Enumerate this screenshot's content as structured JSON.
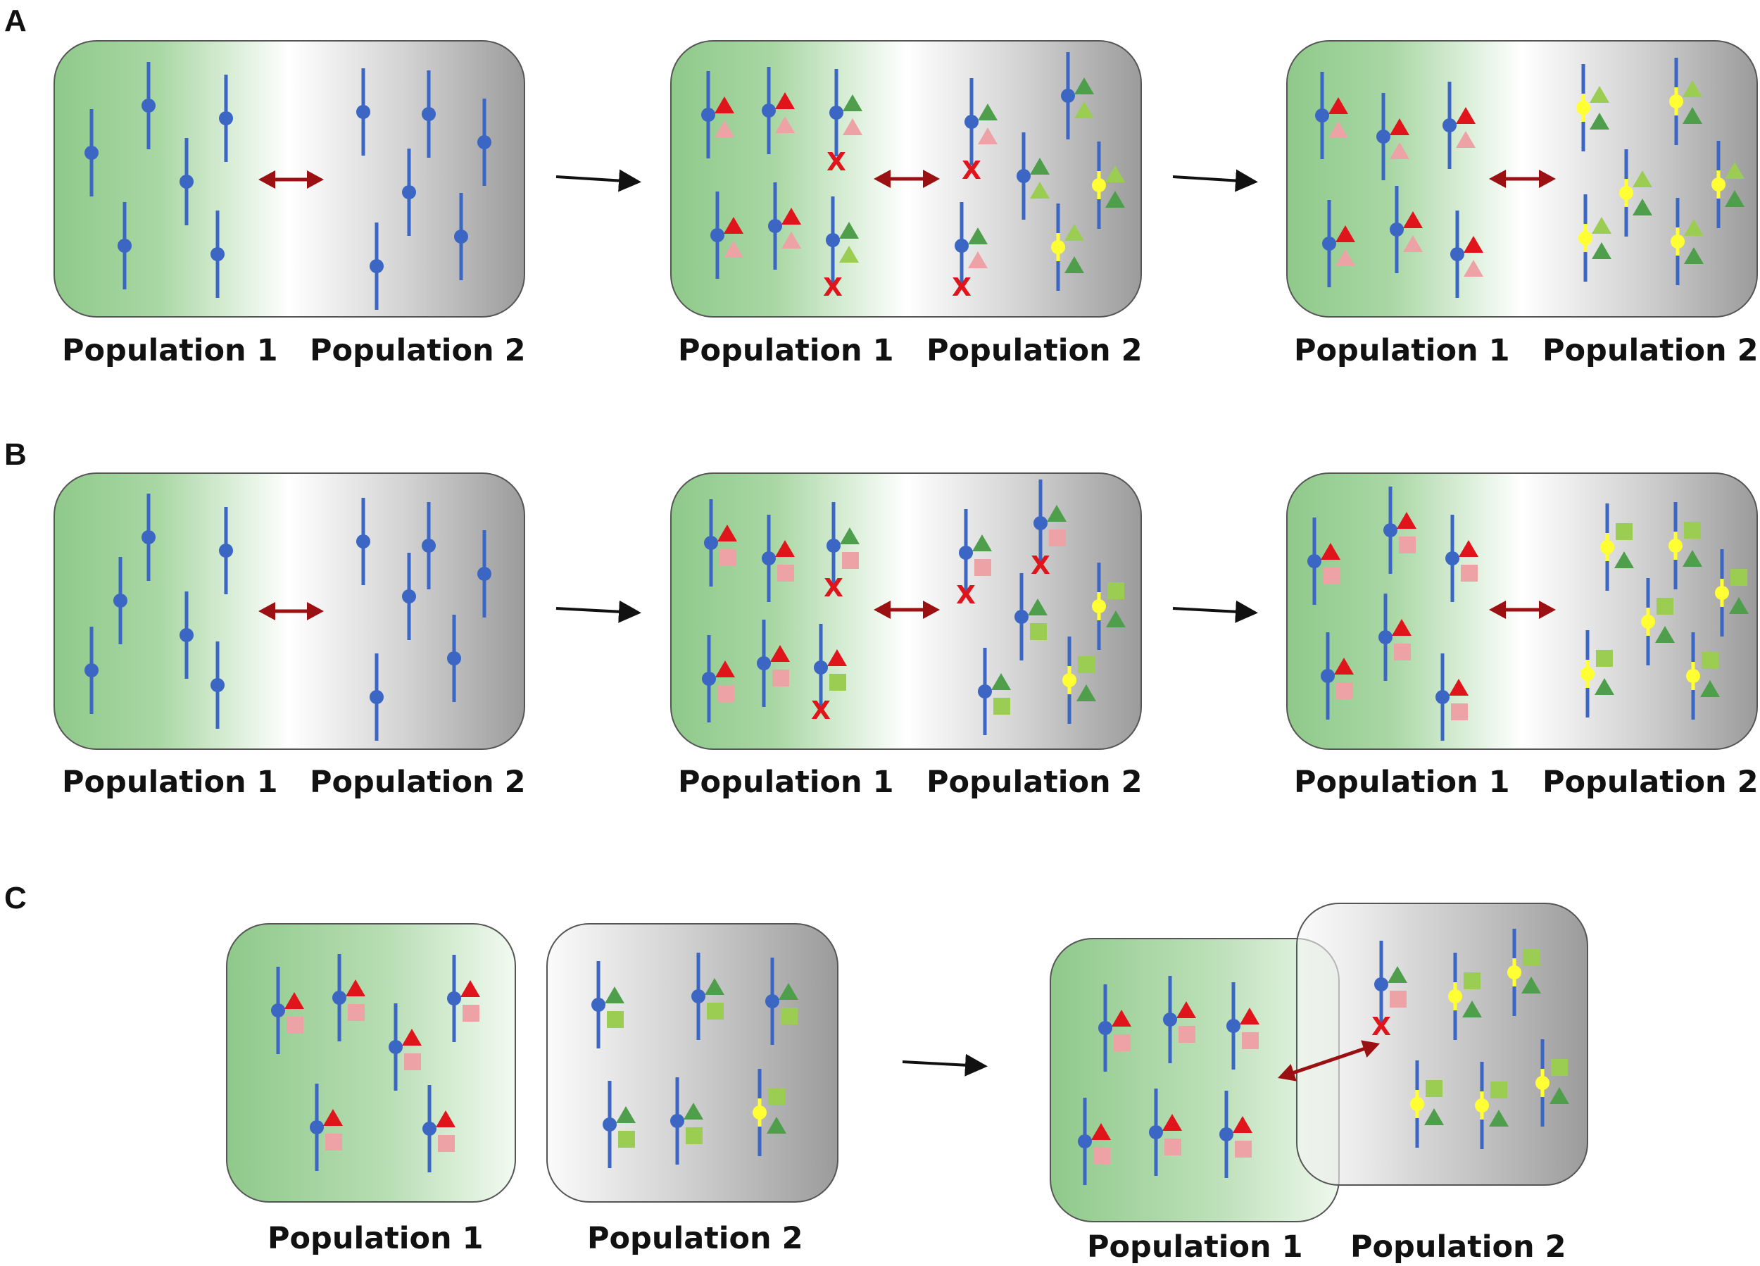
{
  "panels": [
    {
      "letter": "A",
      "stages": [
        {
          "labels": [
            "Population 1",
            "Population 2"
          ]
        },
        {
          "labels": [
            "Population 1",
            "Population 2"
          ]
        },
        {
          "labels": [
            "Population 1",
            "Population 2"
          ]
        }
      ]
    },
    {
      "letter": "B",
      "stages": [
        {
          "labels": [
            "Population 1",
            "Population 2"
          ]
        },
        {
          "labels": [
            "Population 1",
            "Population 2"
          ]
        },
        {
          "labels": [
            "Population 1",
            "Population 2"
          ]
        }
      ]
    },
    {
      "letter": "C",
      "stages": [
        {
          "labels": [
            "Population 1",
            "Population 2"
          ]
        },
        {
          "labels": [
            "Population 1",
            "Population 2"
          ]
        }
      ]
    }
  ],
  "incompatibility_mark": "X",
  "colors": {
    "gradient_green": "#8fc98a",
    "gradient_grey": "#9b9b9b",
    "chromosome_blue": "#3b66c4",
    "derived_yellow": "#ffff33",
    "allele_red": "#e0141b",
    "allele_pink": "#eda3a6",
    "allele_dark_green": "#4f9e4c",
    "allele_light_green": "#9acd52",
    "gene_flow_arrow": "#9b1012",
    "time_arrow": "#111111"
  },
  "icons": [
    "chromosome-icon",
    "triangle-allele-icon",
    "square-allele-icon",
    "gene-flow-arrow-icon",
    "time-arrow-icon",
    "incompatibility-x-icon"
  ]
}
